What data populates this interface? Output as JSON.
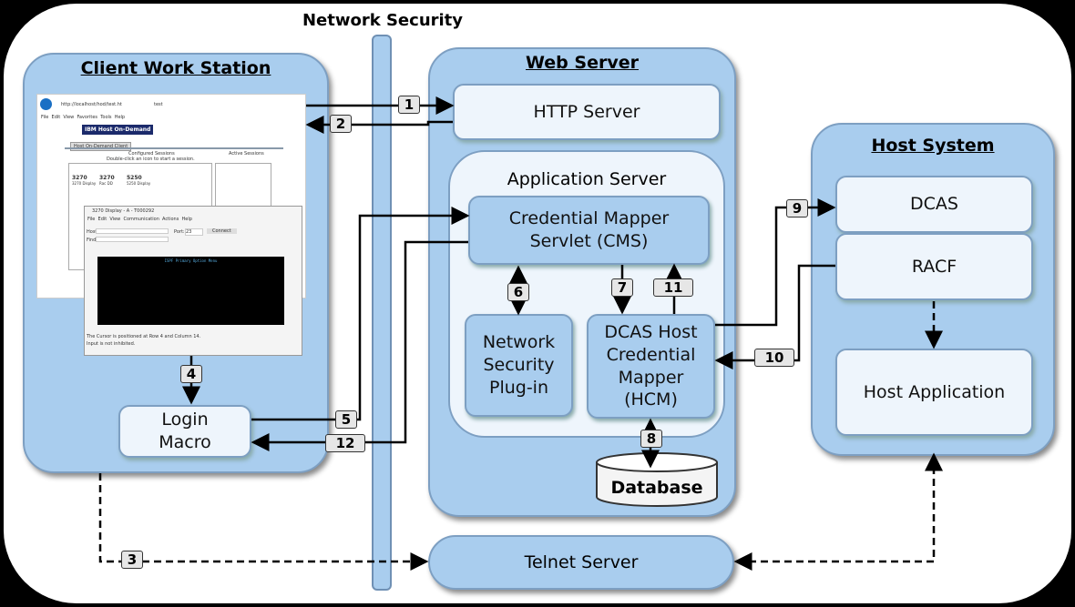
{
  "network_security": {
    "title": "Network Security"
  },
  "client": {
    "title": "Client Work Station",
    "login_macro": "Login\nMacro",
    "screenshot": {
      "browser_url": "http://localhost/hod/test.ht",
      "browser_tab": "test",
      "browser_menu": "File  Edit  View  Favorites  Tools  Help",
      "banner": "IBM Host On-Demand",
      "tab": "Host On-Demand Client",
      "configured": "Configured Sessions",
      "hint": "Double-click an icon to start a session.",
      "active": "Active Sessions",
      "sessions": [
        {
          "code": "3270",
          "name": "3270 Display"
        },
        {
          "code": "3270",
          "name": "Rac DD"
        },
        {
          "code": "5250",
          "name": "5250 Display"
        }
      ],
      "terminal_title": "3270 Display - A - T000292",
      "terminal_menu": "File  Edit  View  Communication  Actions  Help",
      "host_label": "Host:",
      "port_label": "Port:",
      "port": "23",
      "connect": "Connect",
      "find_label": "Find:",
      "screen_title": "ISPF Primary Option Menu",
      "status1": "The Cursor is positioned at Row 4 and Column 14.",
      "status2": "Input is not inhibited."
    }
  },
  "web_server": {
    "title": "Web Server",
    "http": "HTTP Server",
    "app_server": "Application Server",
    "cms": "Credential Mapper\nServlet (CMS)",
    "nsp": "Network\nSecurity\nPlug-in",
    "hcm": "DCAS Host\nCredential\nMapper\n(HCM)",
    "database": "Database"
  },
  "telnet": "Telnet Server",
  "host": {
    "title": "Host System",
    "dcas": "DCAS",
    "racf": "RACF",
    "app": "Host Application"
  },
  "steps": [
    "1",
    "2",
    "3",
    "4",
    "5",
    "6",
    "7",
    "8",
    "9",
    "10",
    "11",
    "12"
  ],
  "colors": {
    "zone": "#a9cdee",
    "box": "#eef5fc"
  }
}
